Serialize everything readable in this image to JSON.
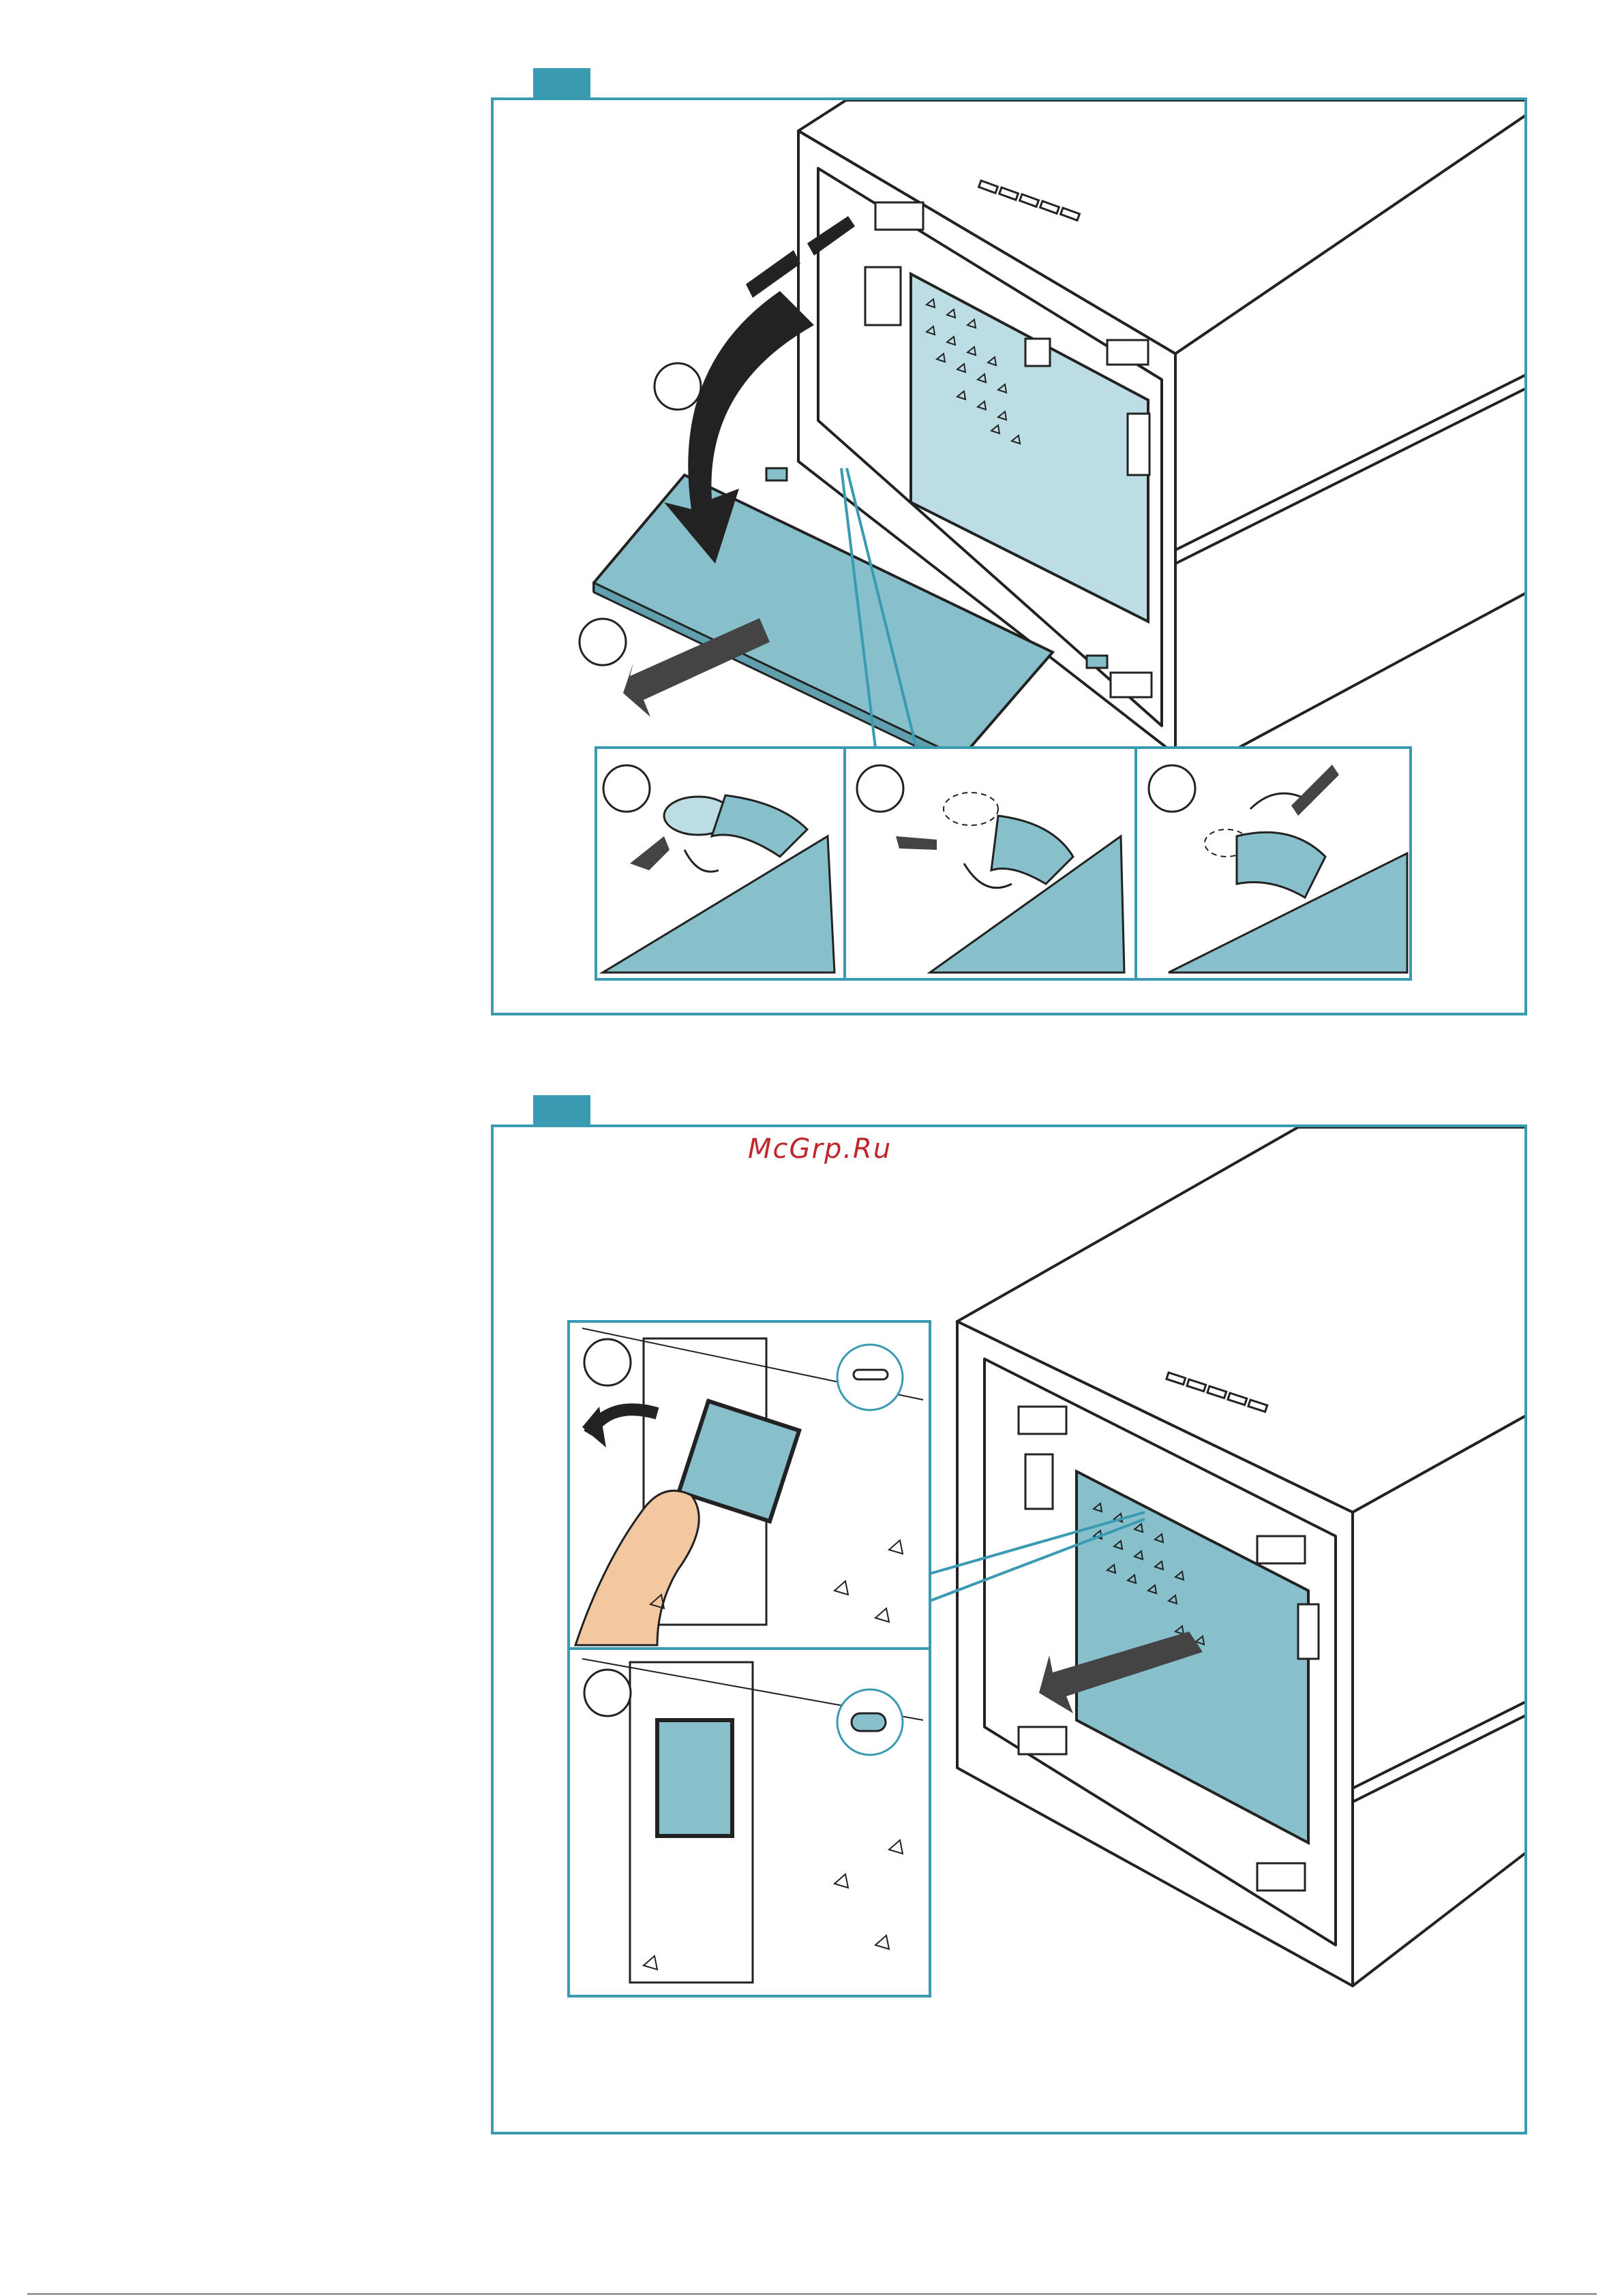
{
  "watermark": {
    "text": "McGrp.Ru",
    "color": "#c0262c"
  },
  "colors": {
    "accent": "#3a9ab1",
    "part_fill": "#87bfca",
    "part_light": "#bcdde3",
    "outline": "#222222",
    "skin": "#f3c7a0"
  },
  "icons": {
    "step_1_badge": "step-badge",
    "step_2_badge": "step-badge",
    "arrows": "arrow-icon",
    "callout_markers": "callout-circle"
  }
}
